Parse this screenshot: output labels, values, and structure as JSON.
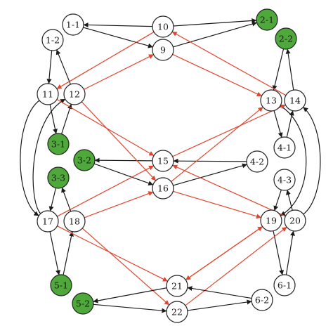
{
  "colors": {
    "black_edge": "#1a1a1a",
    "red_edge": "#e0442c",
    "green_node": "#4ea83a",
    "white_node": "#ffffff",
    "node_stroke": "#222222"
  },
  "nodes": [
    {
      "id": "1-1",
      "label": "1-1",
      "fill": "white"
    },
    {
      "id": "1-2",
      "label": "1-2",
      "fill": "white"
    },
    {
      "id": "10",
      "label": "10",
      "fill": "white"
    },
    {
      "id": "9",
      "label": "9",
      "fill": "white"
    },
    {
      "id": "2-1",
      "label": "2-1",
      "fill": "green"
    },
    {
      "id": "2-2",
      "label": "2-2",
      "fill": "green"
    },
    {
      "id": "11",
      "label": "11",
      "fill": "white"
    },
    {
      "id": "12",
      "label": "12",
      "fill": "white"
    },
    {
      "id": "13",
      "label": "13",
      "fill": "white"
    },
    {
      "id": "14",
      "label": "14",
      "fill": "white"
    },
    {
      "id": "3-1",
      "label": "3-1",
      "fill": "green"
    },
    {
      "id": "3-2",
      "label": "3-2",
      "fill": "green"
    },
    {
      "id": "3-3",
      "label": "3-3",
      "fill": "green"
    },
    {
      "id": "15",
      "label": "15",
      "fill": "white"
    },
    {
      "id": "16",
      "label": "16",
      "fill": "white"
    },
    {
      "id": "4-1",
      "label": "4-1",
      "fill": "white"
    },
    {
      "id": "4-2",
      "label": "4-2",
      "fill": "white"
    },
    {
      "id": "4-3",
      "label": "4-3",
      "fill": "white"
    },
    {
      "id": "17",
      "label": "17",
      "fill": "white"
    },
    {
      "id": "18",
      "label": "18",
      "fill": "white"
    },
    {
      "id": "19",
      "label": "19",
      "fill": "white"
    },
    {
      "id": "20",
      "label": "20",
      "fill": "white"
    },
    {
      "id": "5-1",
      "label": "5-1",
      "fill": "green"
    },
    {
      "id": "5-2",
      "label": "5-2",
      "fill": "green"
    },
    {
      "id": "21",
      "label": "21",
      "fill": "white"
    },
    {
      "id": "22",
      "label": "22",
      "fill": "white"
    },
    {
      "id": "6-1",
      "label": "6-1",
      "fill": "white"
    },
    {
      "id": "6-2",
      "label": "6-2",
      "fill": "white"
    }
  ],
  "edges": [
    {
      "from": "10",
      "to": "1-1",
      "color": "black"
    },
    {
      "from": "1-1",
      "to": "9",
      "color": "black"
    },
    {
      "from": "10",
      "to": "2-1",
      "color": "black"
    },
    {
      "from": "9",
      "to": "2-1",
      "color": "black"
    },
    {
      "from": "1-2",
      "to": "11",
      "color": "black"
    },
    {
      "from": "12",
      "to": "1-2",
      "color": "black"
    },
    {
      "from": "2-2",
      "to": "13",
      "color": "black"
    },
    {
      "from": "14",
      "to": "2-2",
      "color": "black"
    },
    {
      "from": "12",
      "to": "9",
      "color": "red"
    },
    {
      "from": "9",
      "to": "13",
      "color": "red"
    },
    {
      "from": "14",
      "to": "10",
      "color": "red"
    },
    {
      "from": "10",
      "to": "11",
      "color": "red"
    },
    {
      "from": "11",
      "to": "3-1",
      "color": "black"
    },
    {
      "from": "3-1",
      "to": "12",
      "color": "black"
    },
    {
      "from": "13",
      "to": "4-1",
      "color": "black"
    },
    {
      "from": "4-1",
      "to": "14",
      "color": "black"
    },
    {
      "from": "11",
      "to": "17",
      "color": "black",
      "curve": "left"
    },
    {
      "from": "17",
      "to": "12",
      "color": "black",
      "curve": "left-inner"
    },
    {
      "from": "13",
      "to": "19",
      "color": "black",
      "curve": "right"
    },
    {
      "from": "20",
      "to": "14",
      "color": "black",
      "curve": "right-outer"
    },
    {
      "from": "15",
      "to": "3-2",
      "color": "black"
    },
    {
      "from": "3-2",
      "to": "16",
      "color": "black"
    },
    {
      "from": "16",
      "to": "4-2",
      "color": "black"
    },
    {
      "from": "4-2",
      "to": "15",
      "color": "black"
    },
    {
      "from": "12",
      "to": "16",
      "color": "red"
    },
    {
      "from": "11",
      "to": "15",
      "color": "red"
    },
    {
      "from": "15",
      "to": "14",
      "color": "red"
    },
    {
      "from": "16",
      "to": "13",
      "color": "red"
    },
    {
      "from": "17",
      "to": "15",
      "color": "red"
    },
    {
      "from": "18",
      "to": "16",
      "color": "red"
    },
    {
      "from": "16",
      "to": "19",
      "color": "red"
    },
    {
      "from": "20",
      "to": "15",
      "color": "red"
    },
    {
      "from": "3-3",
      "to": "17",
      "color": "black"
    },
    {
      "from": "18",
      "to": "3-3",
      "color": "black"
    },
    {
      "from": "4-3",
      "to": "19",
      "color": "black"
    },
    {
      "from": "20",
      "to": "4-3",
      "color": "black"
    },
    {
      "from": "17",
      "to": "5-1",
      "color": "black"
    },
    {
      "from": "5-1",
      "to": "18",
      "color": "black"
    },
    {
      "from": "19",
      "to": "6-1",
      "color": "black"
    },
    {
      "from": "6-1",
      "to": "20",
      "color": "black"
    },
    {
      "from": "18",
      "to": "22",
      "color": "red"
    },
    {
      "from": "17",
      "to": "21",
      "color": "red"
    },
    {
      "from": "22",
      "to": "20",
      "color": "red"
    },
    {
      "from": "21",
      "to": "19",
      "color": "red"
    },
    {
      "from": "19",
      "to": "21",
      "color": "red"
    },
    {
      "from": "21",
      "to": "5-2",
      "color": "black"
    },
    {
      "from": "5-2",
      "to": "22",
      "color": "black"
    },
    {
      "from": "22",
      "to": "6-2",
      "color": "black"
    },
    {
      "from": "6-2",
      "to": "21",
      "color": "black"
    }
  ]
}
